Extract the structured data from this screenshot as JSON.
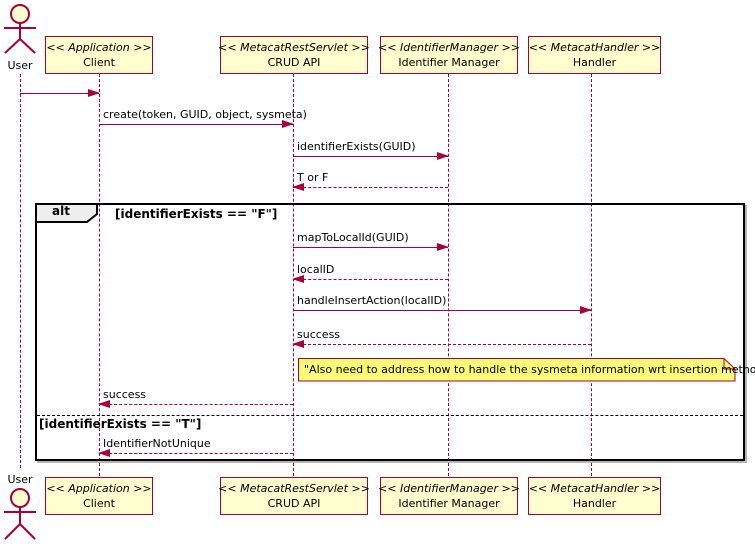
{
  "colors": {
    "border": "#A80036",
    "participant_fill": "#FEFECE",
    "note_fill": "#FBFB77",
    "frame_border": "#000000",
    "fragment_label_fill": "#EEEEEE"
  },
  "actor": {
    "label": "User"
  },
  "participants": [
    {
      "stereotype": "<< Application >>",
      "name": "Client"
    },
    {
      "stereotype": "<< MetacatRestServlet >>",
      "name": "CRUD API"
    },
    {
      "stereotype": "<< IdentifierManager >>",
      "name": "Identifier Manager"
    },
    {
      "stereotype": "<< MetacatHandler >>",
      "name": "Handler"
    }
  ],
  "messages": {
    "create": "create(token, GUID, object, sysmeta)",
    "identifier_exists": "identifierExists(GUID)",
    "t_or_f": "T or F",
    "map_to_local_id": "mapToLocalId(GUID)",
    "local_id": "localID",
    "handle_insert_action": "handleInsertAction(localID)",
    "success_from_handler": "success",
    "success_to_client": "success",
    "identifier_not_unique": "IdentifierNotUnique"
  },
  "alt_fragment": {
    "operator": "alt",
    "guard_f": "[identifierExists == \"F\"]",
    "guard_t": "[identifierExists == \"T\"]"
  },
  "note": {
    "text": "\"Also need to address how to handle the sysmeta information wrt insertion methods\""
  }
}
